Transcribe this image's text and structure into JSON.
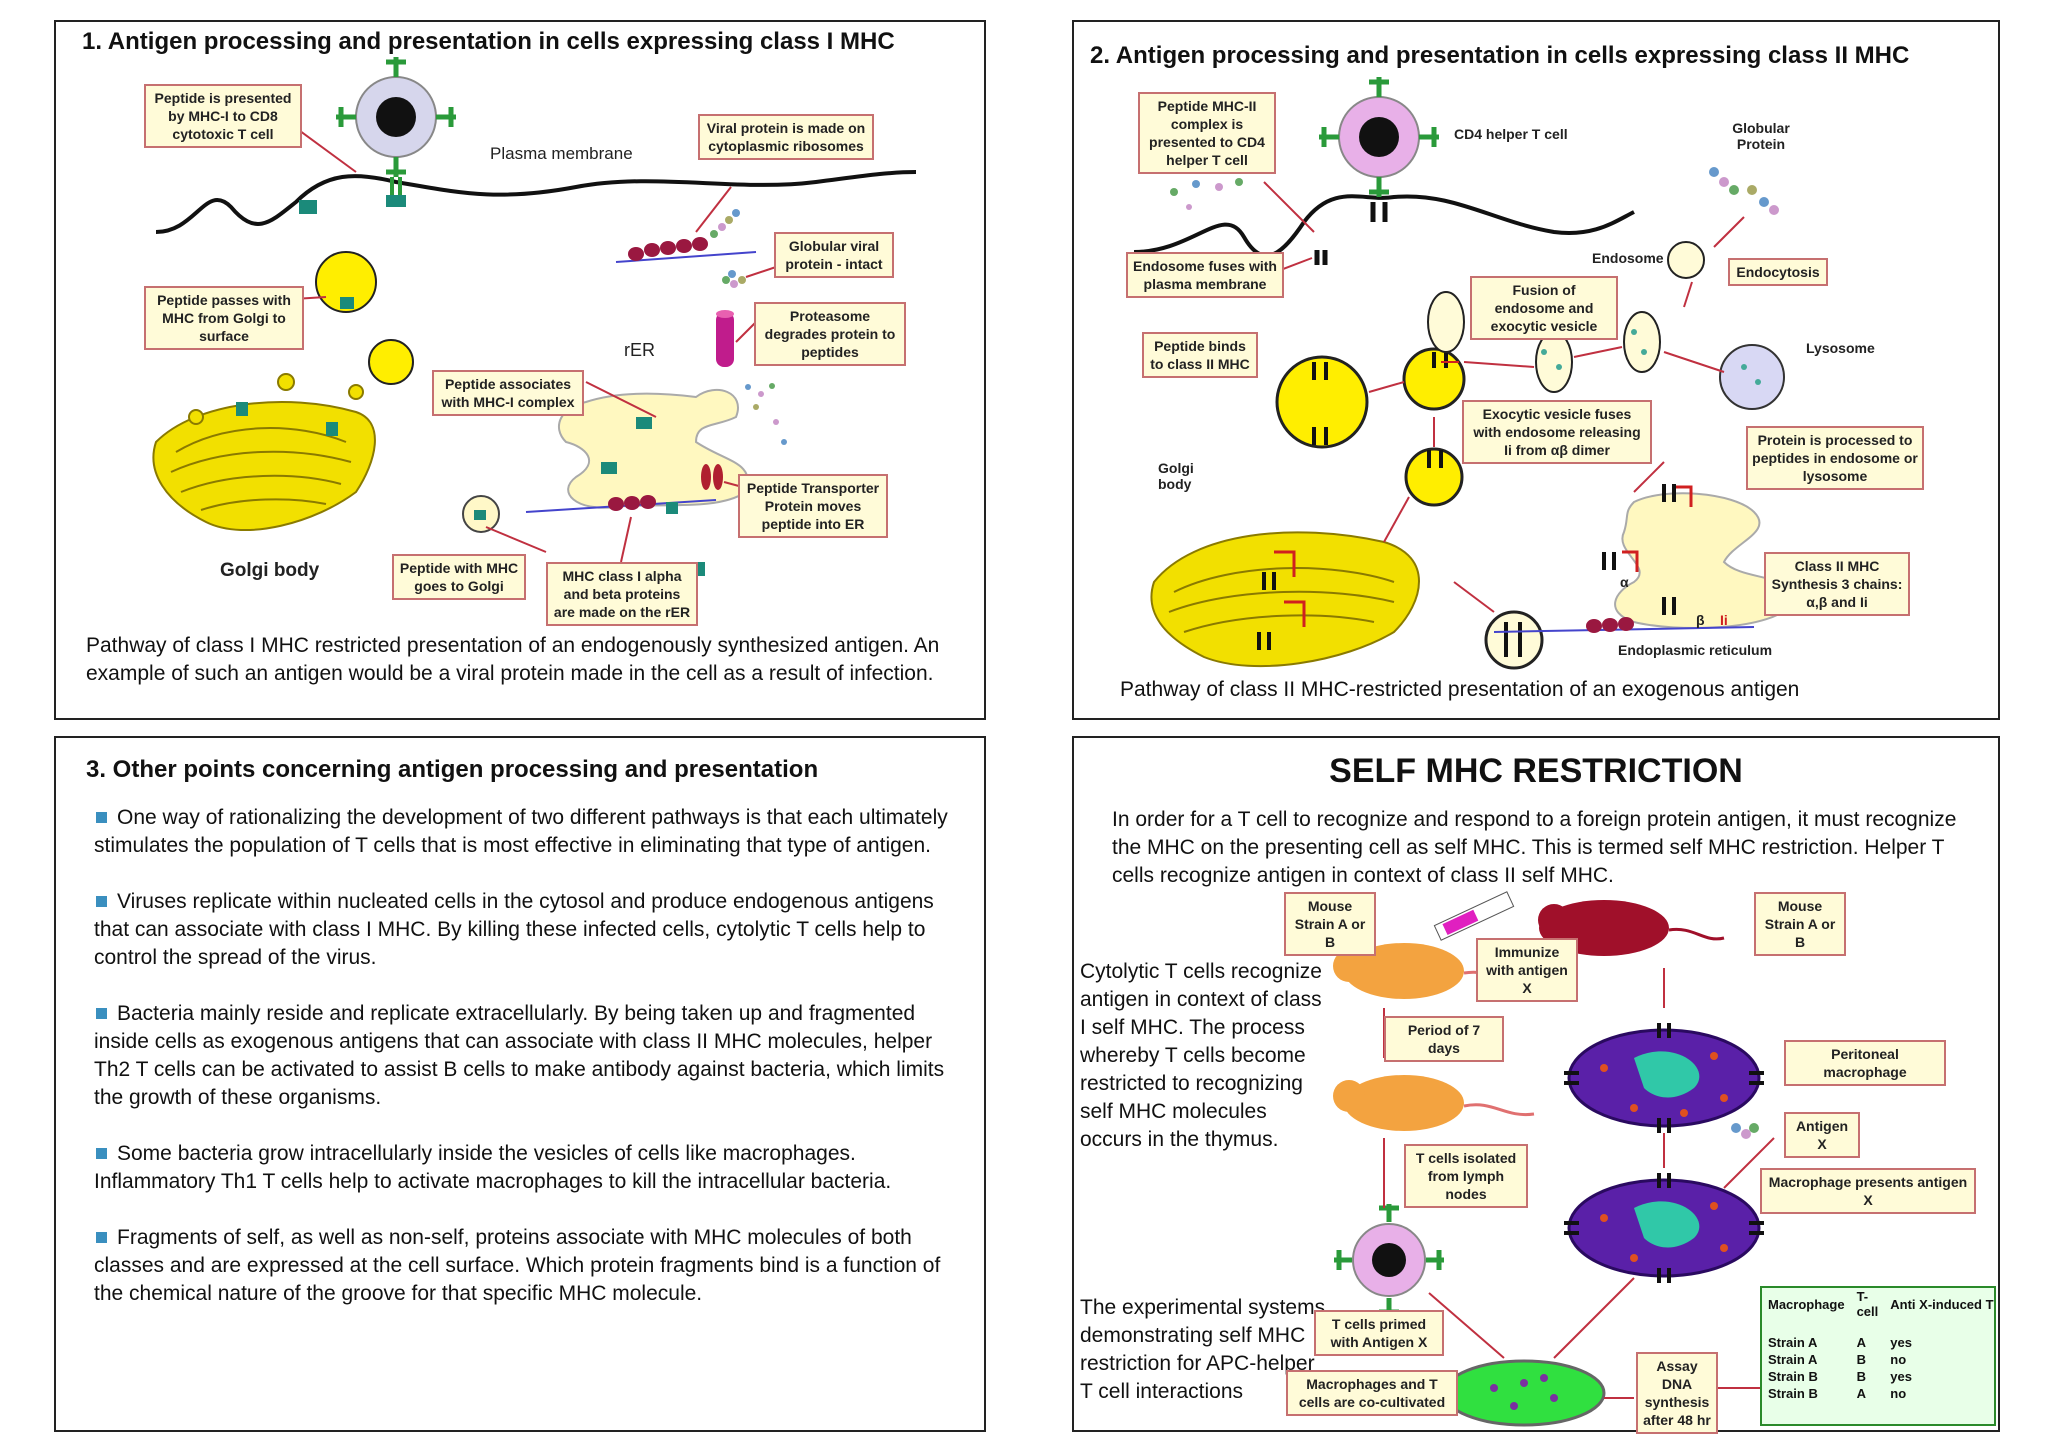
{
  "panel1": {
    "title": "1. Antigen processing and presentation in cells expressing class I MHC",
    "caption": "Pathway of class I MHC restricted presentation of an endogenously synthesized antigen. An example of such an antigen would be a viral protein made in the cell as a result of infection.",
    "labels": {
      "presented": "Peptide is presented by MHC-I to CD8 cytotoxic T cell",
      "plasma": "Plasma membrane",
      "viral": "Viral protein is made on cytoplasmic ribosomes",
      "globular": "Globular viral protein - intact",
      "passes": "Peptide passes with MHC from Golgi to surface",
      "proteasome": "Proteasome degrades protein to peptides",
      "rer": "rER",
      "associates": "Peptide associates with MHC-I complex",
      "transporter": "Peptide Transporter Protein moves peptide into ER",
      "golgi": "Golgi body",
      "peptide_golgi": "Peptide with MHC goes to Golgi",
      "mhc_alpha": "MHC class I alpha and beta proteins are made on the rER"
    }
  },
  "panel2": {
    "title": "2. Antigen processing and presentation in cells expressing class II MHC",
    "caption": "Pathway of class II MHC-restricted presentation of an exogenous antigen",
    "labels": {
      "complex": "Peptide MHC-II complex is presented to CD4 helper T cell",
      "cd4": "CD4 helper T cell",
      "globular": "Globular Protein",
      "endosome_fuses": "Endosome fuses with plasma membrane",
      "endosome": "Endosome",
      "endocytosis": "Endocytosis",
      "fusion": "Fusion of endosome and exocytic vesicle",
      "binds": "Peptide binds to class II MHC",
      "lysosome": "Lysosome",
      "exocytic": "Exocytic vesicle fuses with endosome releasing Ii from αβ dimer",
      "processed": "Protein is processed to peptides in endosome or lysosome",
      "golgi": "Golgi body",
      "synthesis": "Class II MHC Synthesis 3 chains: α,β and Ii",
      "er": "Endoplasmic reticulum",
      "alpha": "α",
      "beta": "β",
      "ii": "Ii"
    }
  },
  "panel3": {
    "title": "3. Other points concerning antigen processing and presentation",
    "bullets": [
      "One way of rationalizing the development of two different pathways is that each ultimately stimulates the population of T cells that is most effective in eliminating that type of antigen.",
      "Viruses replicate within nucleated cells in the cytosol and produce endogenous antigens that can associate with class I MHC. By killing these infected cells, cytolytic T cells help to control the spread of the virus.",
      "Bacteria mainly reside and replicate extracellularly. By being taken up and fragmented inside cells as exogenous antigens that can associate with class II MHC molecules, helper Th2 T cells can be activated to assist B cells to make antibody against bacteria, which limits the growth of these organisms.",
      "Some bacteria grow intracellularly inside the vesicles of cells like macrophages. Inflammatory Th1 T cells help to activate macrophages to kill the intracellular bacteria.",
      "Fragments of self, as well as non-self, proteins associate with MHC molecules of both classes and are expressed at the cell surface.  Which protein fragments bind is a function of the chemical nature of the groove for that specific MHC molecule."
    ]
  },
  "panel4": {
    "title": "SELF MHC RESTRICTION",
    "intro": "In order for a T cell to recognize and respond to a foreign protein antigen, it must recognize the MHC on the presenting cell as self MHC. This is termed self MHC restriction. Helper T cells recognize antigen in context of class II self MHC.",
    "side_text": "Cytolytic T cells recognize antigen in context of class I self MHC. The process whereby T cells become restricted to recognizing self MHC molecules occurs in the thymus.",
    "bottom_text": "The experimental systems demonstrating self MHC restriction for APC-helper T cell interactions",
    "labels": {
      "mouse_left": "Mouse Strain A or B",
      "mouse_right": "Mouse Strain A or B",
      "immunize": "Immunize with antigen X",
      "period": "Period of 7 days",
      "peritoneal": "Peritoneal macrophage",
      "antigen_x": "Antigen X",
      "isolated": "T cells isolated from lymph nodes",
      "presents": "Macrophage presents antigen X",
      "primed": "T cells primed with Antigen X",
      "assay": "Assay DNA synthesis after 48 hr",
      "cocultivated": "Macrophages and T cells are co-cultivated"
    },
    "table": {
      "headers": [
        "Macrophage",
        "T-cell",
        "Anti X-induced T cell proliferati"
      ],
      "rows": [
        [
          "Strain A",
          "A",
          "yes"
        ],
        [
          "Strain A",
          "B",
          "no"
        ],
        [
          "Strain B",
          "B",
          "yes"
        ],
        [
          "Strain B",
          "A",
          "no"
        ]
      ]
    }
  }
}
